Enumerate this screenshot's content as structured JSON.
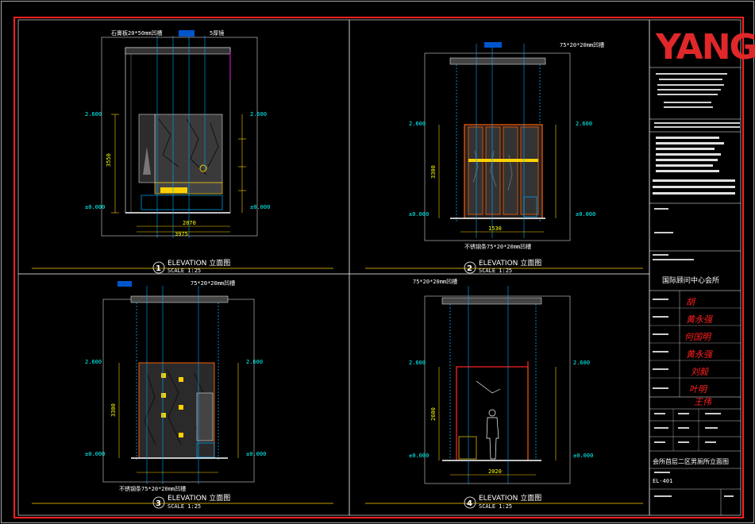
{
  "title_block": {
    "logo": "YANG",
    "project_name": "国际顾问中心会所",
    "drawing_title": "会所首层二区男厕所立面图",
    "drawing_no": "EL-401",
    "signatures": [
      "胡",
      "黄永强",
      "何国明",
      "黄永强",
      "刘毅",
      "叶明",
      "王伟"
    ]
  },
  "views": [
    {
      "num": "1",
      "title": "ELEVATION 立面图",
      "scale": "SCALE 1:25"
    },
    {
      "num": "2",
      "title": "ELEVATION 立面图",
      "scale": "SCALE 1:25"
    },
    {
      "num": "3",
      "title": "ELEVATION 立面图",
      "scale": "SCALE 1:25"
    },
    {
      "num": "4",
      "title": "ELEVATION 立面图",
      "scale": "SCALE 1:25"
    }
  ],
  "annotations": {
    "v1_top_left": "石膏板20*50mm凹槽",
    "v1_top_right": "5厚镜",
    "v1_bottom_dim": "2070",
    "v1_bottom_total": "3975",
    "v2_top": "75*20*20mm凹槽",
    "v2_bottom_dim": "1530",
    "v2_bottom_note": "不锈钢条75*20*20mm凹槽",
    "v3_top": "75*20*20mm凹槽",
    "v3_bottom_note": "不锈钢条75*20*20mm凹槽",
    "v4_top": "75*20*20mm凹槽",
    "v4_bottom_dim": "2020",
    "dim_3550": "3550",
    "dim_3300": "3300",
    "dim_2600": "2600",
    "lvl_ceiling": "2.600",
    "lvl_floor": "±0.000"
  }
}
